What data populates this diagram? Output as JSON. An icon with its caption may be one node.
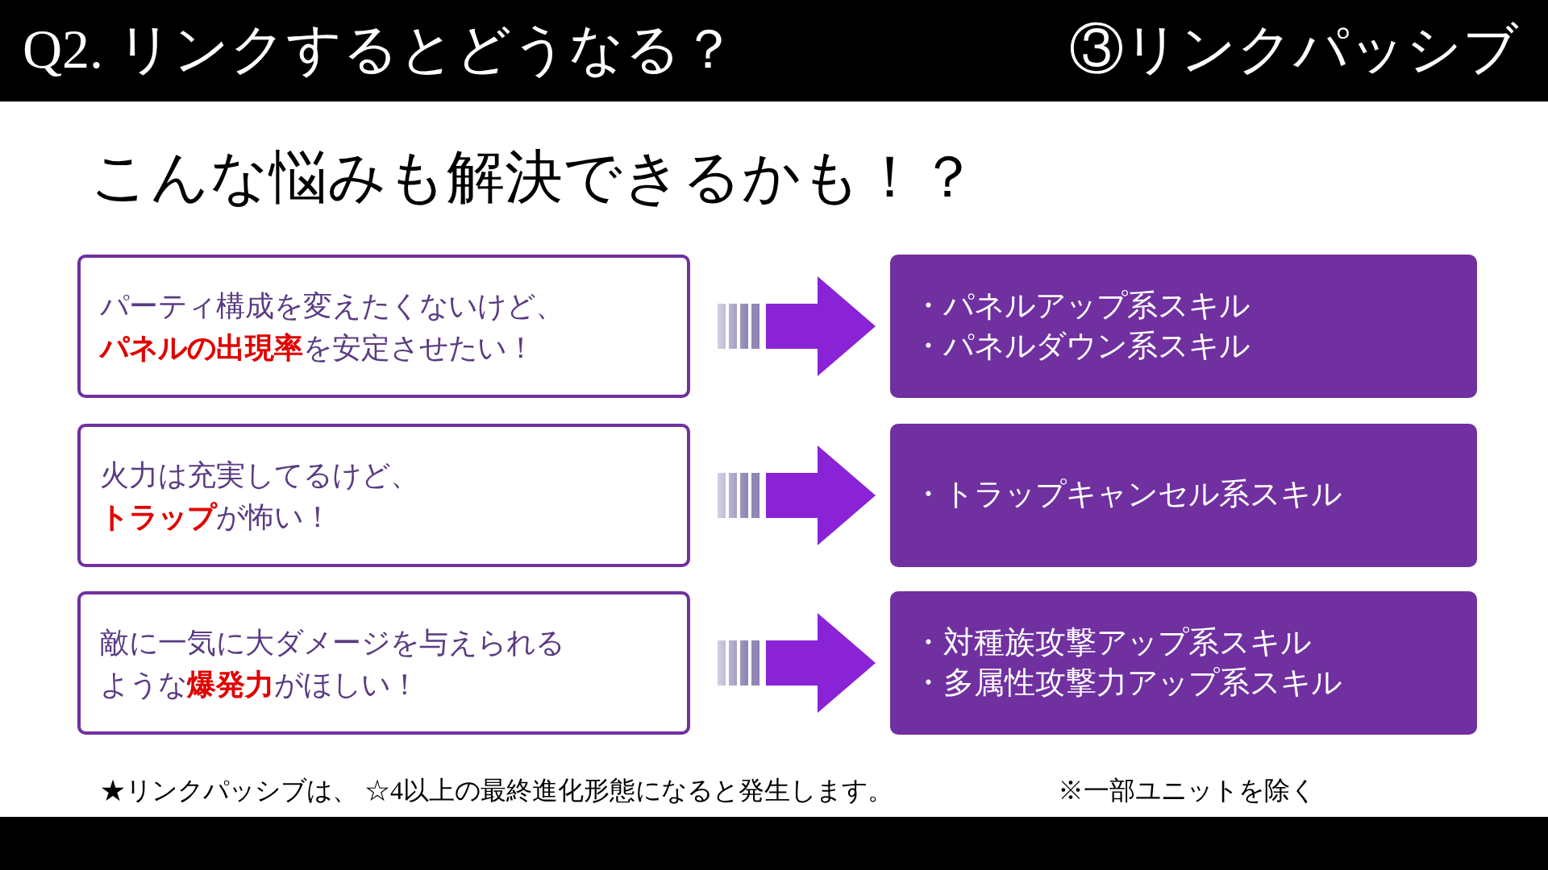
{
  "diagram": {
    "title": "Q2. リンクするとどうなる？",
    "nodes": [
      {
        "text": [
          "パーティ構成を変えたくないけど、**パネルの出現率**を安定させたい！"
        ]
      },
      {
        "text": [
          "・パネルアップ系スキル",
          "・パネルダウン系スキル"
        ]
      },
      {
        "text": [
          "火力は充実してるけど、**トラップ**が怖い！"
        ]
      },
      {
        "text": [
          "・トラップキャンセル系スキル"
        ]
      },
      {
        "text": [
          "敵に一気に大ダメージを与えられるような**爆発力**がほしい！"
        ]
      },
      {
        "text": [
          "・対種族攻撃アップ系スキル",
          "・多属性攻撃力アップ系スキル"
        ]
      }
    ],
    "edges": [
      {
        "from": 0,
        "to": 1,
        "arrow": "to"
      },
      {
        "from": 2,
        "to": 3,
        "arrow": "to"
      },
      {
        "from": 4,
        "to": 5,
        "arrow": "to"
      }
    ],
    "labels": [
      "③リンクパッシブ",
      "こんな悩みも解決できるかも！？",
      "★リンクパッシブは、 ☆4以上の最終進化形態になると発生します。",
      "※一部ユニットを除く"
    ]
  }
}
